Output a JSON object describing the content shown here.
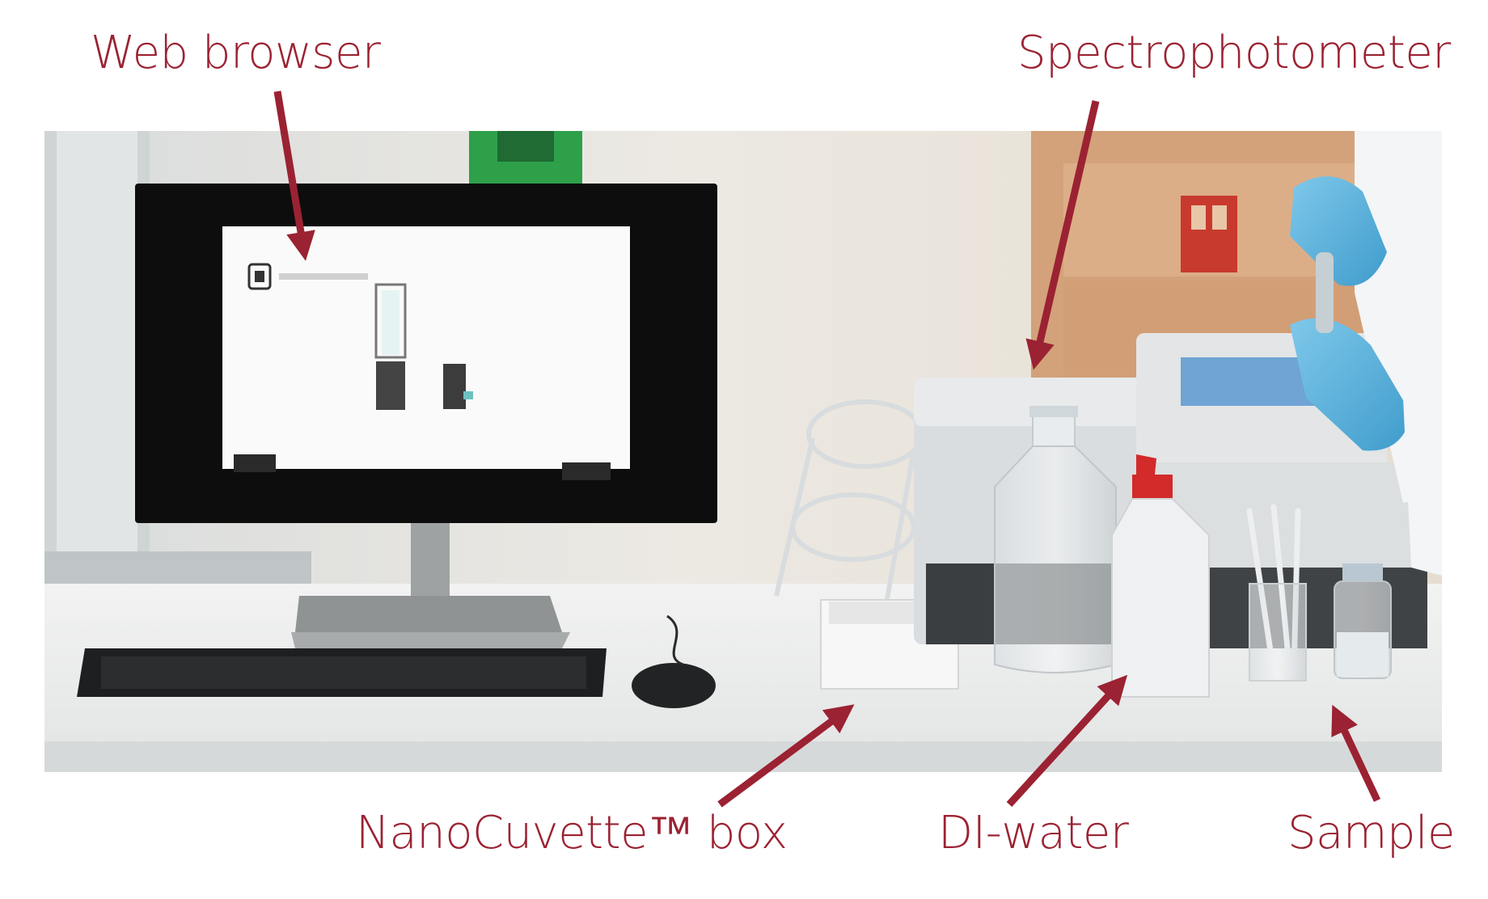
{
  "labels": {
    "web_browser": "Web browser",
    "spectrophotometer": "Spectrophotometer",
    "nanocuvette_box": "NanoCuvette™ box",
    "di_water": "DI-water",
    "sample": "Sample"
  },
  "colors": {
    "label": "#9b2232",
    "arrow": "#9b2232",
    "wall": "#e9e6df",
    "bench": "#f4f4f4"
  }
}
